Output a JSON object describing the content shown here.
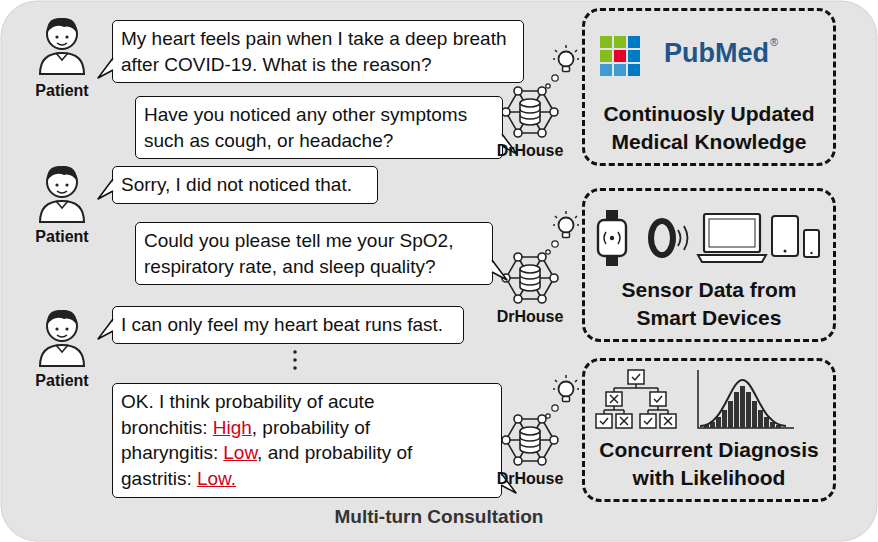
{
  "diagram": {
    "nodes": [
      {
        "text": [
          "Multi-turn Consultation"
        ]
      },
      {
        "text": [
          "My heart feels pain when I take a deep breath after COVID-19. What is the reason?"
        ],
        "in": 0
      },
      {
        "text": [
          "Have you noticed any other symptoms such as cough, or headache?"
        ],
        "in": 0
      },
      {
        "text": [
          "Continuosly Updated Medical Knowledge"
        ],
        "in": 0
      },
      {
        "text": [
          "Sorry, I did not noticed that."
        ],
        "in": 0
      },
      {
        "text": [
          "Could you please tell me your SpO2, respiratory rate, and sleep quality?"
        ],
        "in": 0
      },
      {
        "text": [
          "Sensor Data from Smart Devices"
        ],
        "in": 0
      },
      {
        "text": [
          "I can only feel my heart beat runs fast."
        ],
        "in": 0
      },
      {
        "text": [
          "OK. I think probability of acute bronchitis:",
          "High",
          ", probability of pharyngitis:",
          "Low",
          ", and probability of gastritis:",
          "Low."
        ],
        "in": 0
      },
      {
        "text": [
          "Concurrent Diagnosis with Likelihood"
        ],
        "in": 0
      }
    ],
    "labels": [
      "Patient",
      "DrHouse",
      "PubMed",
      "®",
      "Patient",
      "DrHouse",
      "Patient",
      "DrHouse"
    ]
  }
}
